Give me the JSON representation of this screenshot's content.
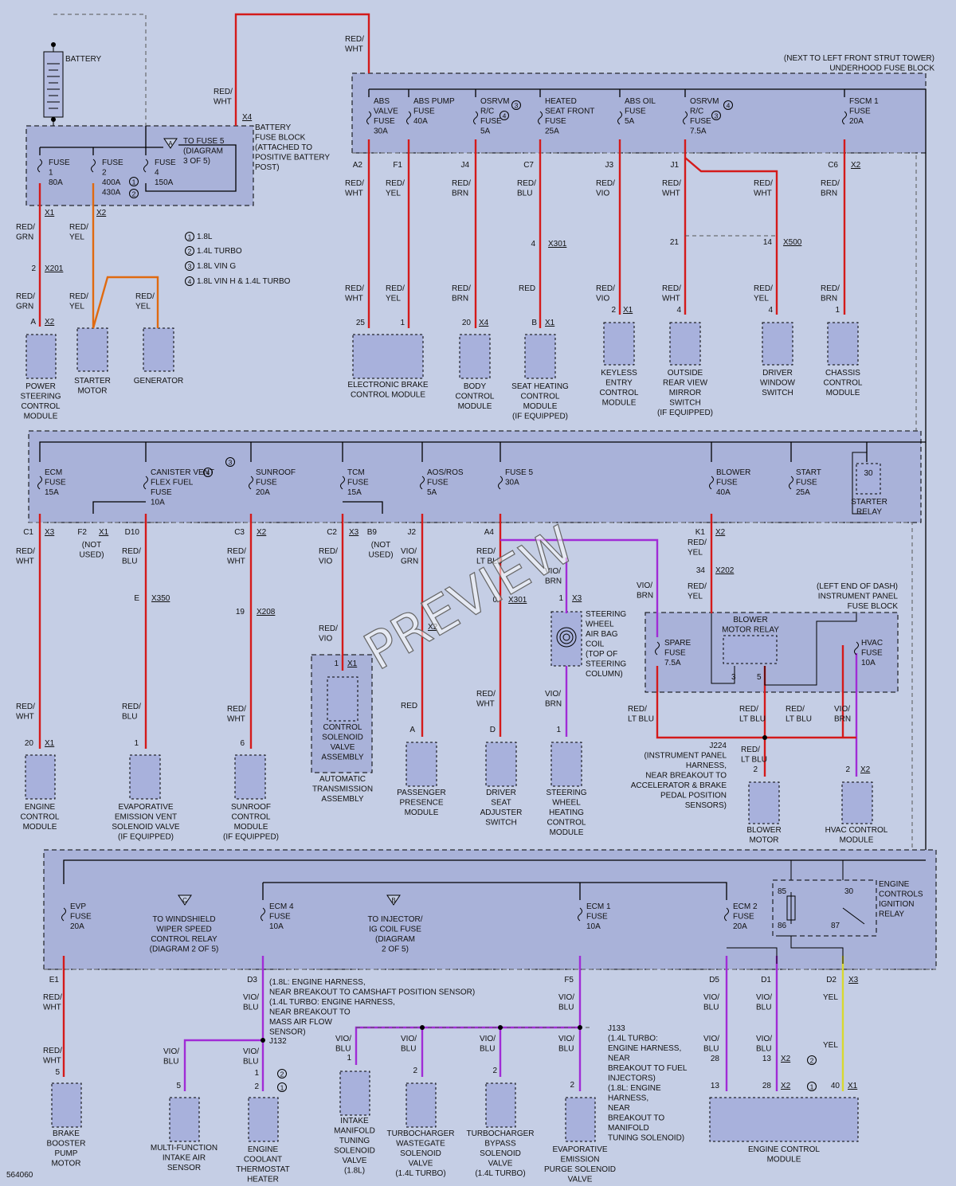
{
  "figure_id": "564060",
  "watermark": "PREVIEW",
  "battery": {
    "label": "BATTERY"
  },
  "battery_fuse_block": {
    "label": [
      "BATTERY",
      "FUSE BLOCK",
      "(ATTACHED TO",
      "POSITIVE BATTERY",
      "POST)"
    ]
  },
  "to_fuse5": {
    "marker": "A",
    "text": [
      "TO FUSE 5",
      "(DIAGRAM",
      "3 OF 5)"
    ]
  },
  "underhood_fuse_block": {
    "label": [
      "(NEXT TO LEFT FRONT STRUT TOWER)",
      "UNDERHOOD FUSE BLOCK"
    ]
  },
  "ip_fuse_block": {
    "label": [
      "(LEFT END OF DASH)",
      "INSTRUMENT PANEL",
      "FUSE BLOCK"
    ]
  },
  "legend": [
    {
      "num": "1",
      "text": "1.8L"
    },
    {
      "num": "2",
      "text": "1.4L TURBO"
    },
    {
      "num": "3",
      "text": "1.8L VIN G"
    },
    {
      "num": "4",
      "text": "1.8L VIN H & 1.4L TURBO"
    }
  ],
  "wires": {
    "red_wht": [
      "RED/",
      "WHT"
    ],
    "red_grn": [
      "RED/",
      "GRN"
    ],
    "red_yel": [
      "RED/",
      "YEL"
    ],
    "red_brn": [
      "RED/",
      "BRN"
    ],
    "red_blu": [
      "RED/",
      "BLU"
    ],
    "red_vio": [
      "RED/",
      "VIO"
    ],
    "red": [
      "RED"
    ],
    "red_ltblu": [
      "RED/",
      "LT BLU"
    ],
    "vio_grn": [
      "VIO/",
      "GRN"
    ],
    "vio_brn": [
      "VIO/",
      "BRN"
    ],
    "vio_blu": [
      "VIO/",
      "BLU"
    ],
    "yel": [
      "YEL"
    ]
  },
  "fuses": {
    "fuse1": [
      "FUSE",
      "1",
      "80A"
    ],
    "fuse2": [
      "FUSE",
      "2",
      "400A",
      "430A"
    ],
    "fuse4": [
      "FUSE",
      "4",
      "150A"
    ],
    "abs_valve": [
      "ABS",
      "VALVE",
      "FUSE",
      "30A"
    ],
    "abs_pump": [
      "ABS PUMP",
      "FUSE",
      "40A"
    ],
    "osrvm_rc": [
      "OSRVM",
      "R/C",
      "FUSE",
      "5A"
    ],
    "heated_seat": [
      "HEATED",
      "SEAT FRONT",
      "FUSE",
      "25A"
    ],
    "abs_oil": [
      "ABS OIL",
      "FUSE",
      "5A"
    ],
    "osrvm_rc2": [
      "OSRVM",
      "R/C",
      "FUSE",
      "7.5A"
    ],
    "fscm1": [
      "FSCM 1",
      "FUSE",
      "20A"
    ],
    "ecm": [
      "ECM",
      "FUSE",
      "15A"
    ],
    "canister": [
      "CANISTER VENT",
      "FLEX FUEL",
      "FUSE",
      "10A"
    ],
    "sunroof": [
      "SUNROOF",
      "FUSE",
      "20A"
    ],
    "tcm": [
      "TCM",
      "FUSE",
      "15A"
    ],
    "aos_ros": [
      "AOS/ROS",
      "FUSE",
      "5A"
    ],
    "fuse5": [
      "FUSE 5",
      "30A"
    ],
    "blower": [
      "BLOWER",
      "FUSE",
      "40A"
    ],
    "start": [
      "START",
      "FUSE",
      "25A"
    ],
    "spare": [
      "SPARE",
      "FUSE",
      "7.5A"
    ],
    "hvac": [
      "HVAC",
      "FUSE",
      "10A"
    ],
    "evp": [
      "EVP",
      "FUSE",
      "20A"
    ],
    "ecm4": [
      "ECM 4",
      "FUSE",
      "10A"
    ],
    "ecm1": [
      "ECM 1",
      "FUSE",
      "10A"
    ],
    "ecm2": [
      "ECM 2",
      "FUSE",
      "20A"
    ]
  },
  "relays": {
    "starter": {
      "pin": "30",
      "label": [
        "STARTER",
        "RELAY"
      ]
    },
    "blower_motor": {
      "label": [
        "BLOWER",
        "MOTOR RELAY"
      ],
      "pins": [
        "3",
        "5"
      ]
    },
    "engine_controls": {
      "label": [
        "ENGINE",
        "CONTROLS",
        "IGNITION",
        "RELAY"
      ],
      "pins": [
        "85",
        "86",
        "30",
        "87"
      ]
    }
  },
  "components": {
    "power_steering": [
      "POWER",
      "STEERING",
      "CONTROL",
      "MODULE"
    ],
    "starter_motor": [
      "STARTER",
      "MOTOR"
    ],
    "generator": [
      "GENERATOR"
    ],
    "ebcm": [
      "ELECTRONIC BRAKE",
      "CONTROL MODULE"
    ],
    "bcm": [
      "BODY",
      "CONTROL",
      "MODULE"
    ],
    "seat_heating": [
      "SEAT HEATING",
      "CONTROL",
      "MODULE",
      "(IF EQUIPPED)"
    ],
    "keyless": [
      "KEYLESS",
      "ENTRY",
      "CONTROL",
      "MODULE"
    ],
    "mirror_switch": [
      "OUTSIDE",
      "REAR VIEW",
      "MIRROR",
      "SWITCH",
      "(IF EQUIPPED)"
    ],
    "driver_window": [
      "DRIVER",
      "WINDOW",
      "SWITCH"
    ],
    "chassis": [
      "CHASSIS",
      "CONTROL",
      "MODULE"
    ],
    "ecm_mod": [
      "ENGINE",
      "CONTROL",
      "MODULE"
    ],
    "evap_vent": [
      "EVAPORATIVE",
      "EMISSION VENT",
      "SOLENOID VALVE",
      "(IF EQUIPPED)"
    ],
    "sunroof_mod": [
      "SUNROOF",
      "CONTROL",
      "MODULE",
      "(IF EQUIPPED)"
    ],
    "solenoid_valve": [
      "CONTROL",
      "SOLENOID",
      "VALVE",
      "ASSEMBLY"
    ],
    "auto_trans": [
      "AUTOMATIC",
      "TRANSMISSION",
      "ASSEMBLY"
    ],
    "passenger_presence": [
      "PASSENGER",
      "PRESENCE",
      "MODULE"
    ],
    "driver_seat": [
      "DRIVER",
      "SEAT",
      "ADJUSTER",
      "SWITCH"
    ],
    "airbag_coil": [
      "STEERING",
      "WHEEL",
      "AIR BAG",
      "COIL",
      "(TOP OF",
      "STEERING",
      "COLUMN)"
    ],
    "steering_heat": [
      "STEERING",
      "WHEEL",
      "HEATING",
      "CONTROL",
      "MODULE"
    ],
    "blower_motor": [
      "BLOWER",
      "MOTOR"
    ],
    "hvac_mod": [
      "HVAC CONTROL",
      "MODULE"
    ],
    "brake_booster": [
      "BRAKE",
      "BOOSTER",
      "PUMP",
      "MOTOR"
    ],
    "maf": [
      "MULTI-FUNCTION",
      "INTAKE AIR",
      "SENSOR"
    ],
    "thermostat": [
      "ENGINE",
      "COOLANT",
      "THERMOSTAT",
      "HEATER"
    ],
    "intake_manifold": [
      "INTAKE",
      "MANIFOLD",
      "TUNING",
      "SOLENOID",
      "VALVE",
      "(1.8L)"
    ],
    "wastegate": [
      "TURBOCHARGER",
      "WASTEGATE",
      "SOLENOID",
      "VALVE",
      "(1.4L TURBO)"
    ],
    "bypass": [
      "TURBOCHARGER",
      "BYPASS",
      "SOLENOID",
      "VALVE",
      "(1.4L TURBO)"
    ],
    "evap_purge": [
      "EVAPORATIVE",
      "EMISSION",
      "PURGE SOLENOID",
      "VALVE"
    ],
    "ecm_bottom": [
      "ENGINE CONTROL",
      "MODULE"
    ]
  },
  "refs": {
    "wiper": {
      "marker": "C",
      "text": [
        "TO WINDSHIELD",
        "WIPER SPEED",
        "CONTROL RELAY",
        "(DIAGRAM 2 OF 5)"
      ]
    },
    "injector": {
      "marker": "B",
      "text": [
        "TO INJECTOR/",
        "IG COIL FUSE",
        "(DIAGRAM",
        "2 OF 5)"
      ]
    }
  },
  "notes": {
    "j224": [
      "J224",
      "(INSTRUMENT PANEL",
      "HARNESS,",
      "NEAR BREAKOUT TO",
      "ACCELERATOR & BRAKE",
      "PEDAL POSITION",
      "SENSORS)"
    ],
    "j132": [
      "(1.8L: ENGINE HARNESS,",
      "NEAR BREAKOUT TO CAMSHAFT POSITION SENSOR)",
      "(1.4L TURBO: ENGINE HARNESS,",
      "NEAR BREAKOUT TO",
      "MASS AIR FLOW",
      "SENSOR)"
    ],
    "j132_label": "J132",
    "j133": [
      "J133",
      "(1.4L TURBO:",
      "ENGINE HARNESS,",
      "NEAR",
      "BREAKOUT TO FUEL",
      "INJECTORS)",
      "(1.8L: ENGINE",
      "HARNESS,",
      "NEAR",
      "BREAKOUT TO",
      "MANIFOLD",
      "TUNING SOLENOID)"
    ]
  },
  "not_used": [
    "(NOT",
    "USED)"
  ],
  "connectors": {
    "x1": "X1",
    "x2": "X2",
    "x3": "X3",
    "x4": "X4",
    "x201": "X201",
    "x202": "X202",
    "x208": "X208",
    "x301": "X301",
    "x350": "X350",
    "x500": "X500"
  },
  "pins": {
    "a2": "A2",
    "f1": "F1",
    "j4": "J4",
    "c7": "C7",
    "j3": "J3",
    "j1": "J1",
    "c6": "C6",
    "c1": "C1",
    "f2": "F2",
    "d10": "D10",
    "c3": "C3",
    "c2": "C2",
    "b9": "B9",
    "j2": "J2",
    "a4": "A4",
    "k1": "K1",
    "e1": "E1",
    "d3": "D3",
    "f5": "F5",
    "d5": "D5",
    "d1": "D1",
    "d2": "D2",
    "n2": "2",
    "n4": "4",
    "n21": "21",
    "n14": "14",
    "n25": "25",
    "n1": "1",
    "n20": "20",
    "b": "B",
    "a": "A",
    "d": "D",
    "n34": "34",
    "n19": "19",
    "e": "E",
    "n6": "6",
    "n0": "0",
    "n5": "5",
    "n28": "28",
    "n13": "13",
    "n40": "40"
  },
  "circled_nums": {
    "c1": "1",
    "c2": "2",
    "c3": "3",
    "c4": "4"
  }
}
